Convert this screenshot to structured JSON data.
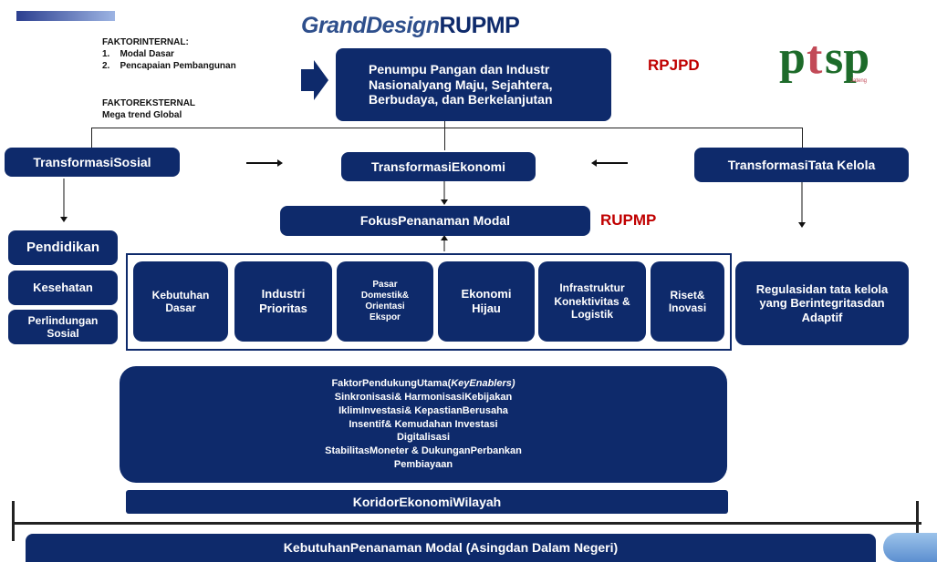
{
  "title": {
    "italic": "GrandDesign",
    "bold": "RUPMP"
  },
  "factors": {
    "internal_heading": "FAKTORINTERNAL:",
    "internal_items": [
      "Modal Dasar",
      "Pencapaian Pembangunan"
    ],
    "external_heading": "FAKTOREKSTERNAL",
    "external_item": "Mega trend Global"
  },
  "vision": [
    "Penumpu Pangan dan Industr",
    "Nasionalyang Maju, Sejahtera,",
    "Berbudaya, dan Berkelanjutan"
  ],
  "labels": {
    "rpjpd": "RPJPD",
    "rupmp": "RUPMP"
  },
  "logo": {
    "text": "ptsp",
    "sub": "Jateng"
  },
  "transformations": {
    "social": "TransformasiSosial",
    "economic": "TransformasiEkonomi",
    "governance": "TransformasiTata Kelola"
  },
  "focus": "FokusPenanaman Modal",
  "social_items": [
    "Pendidikan",
    "Kesehatan",
    "Perlindungan Sosial"
  ],
  "focus_items": [
    "Kebutuhan Dasar",
    "Industri Prioritas",
    "Pasar Domestik& Orientasi Ekspor",
    "Ekonomi Hijau",
    "Infrastruktur Konektivitas & Logistik",
    "Riset& Inovasi"
  ],
  "governance_item": "Regulasidan tata kelola yang Berintegritasdan Adaptif",
  "enablers": {
    "heading": "FaktorPendukungUtama(",
    "heading_italic": "KeyEnablers)",
    "items": [
      "Sinkronisasi& HarmonisasiKebijakan",
      "IklimInvestasi& KepastianBerusaha",
      "Insentif& Kemudahan Investasi",
      "Digitalisasi",
      "StabilitasMoneter & DukunganPerbankan",
      "Pembiayaan"
    ]
  },
  "corridor": "KoridorEkonomiWilayah",
  "needs": "KebutuhanPenanaman Modal (Asingdan Dalam Negeri)",
  "colors": {
    "navy": "#0e2a6b",
    "red": "#c00000",
    "green": "#1d6b2a",
    "rose": "#c24a57"
  }
}
